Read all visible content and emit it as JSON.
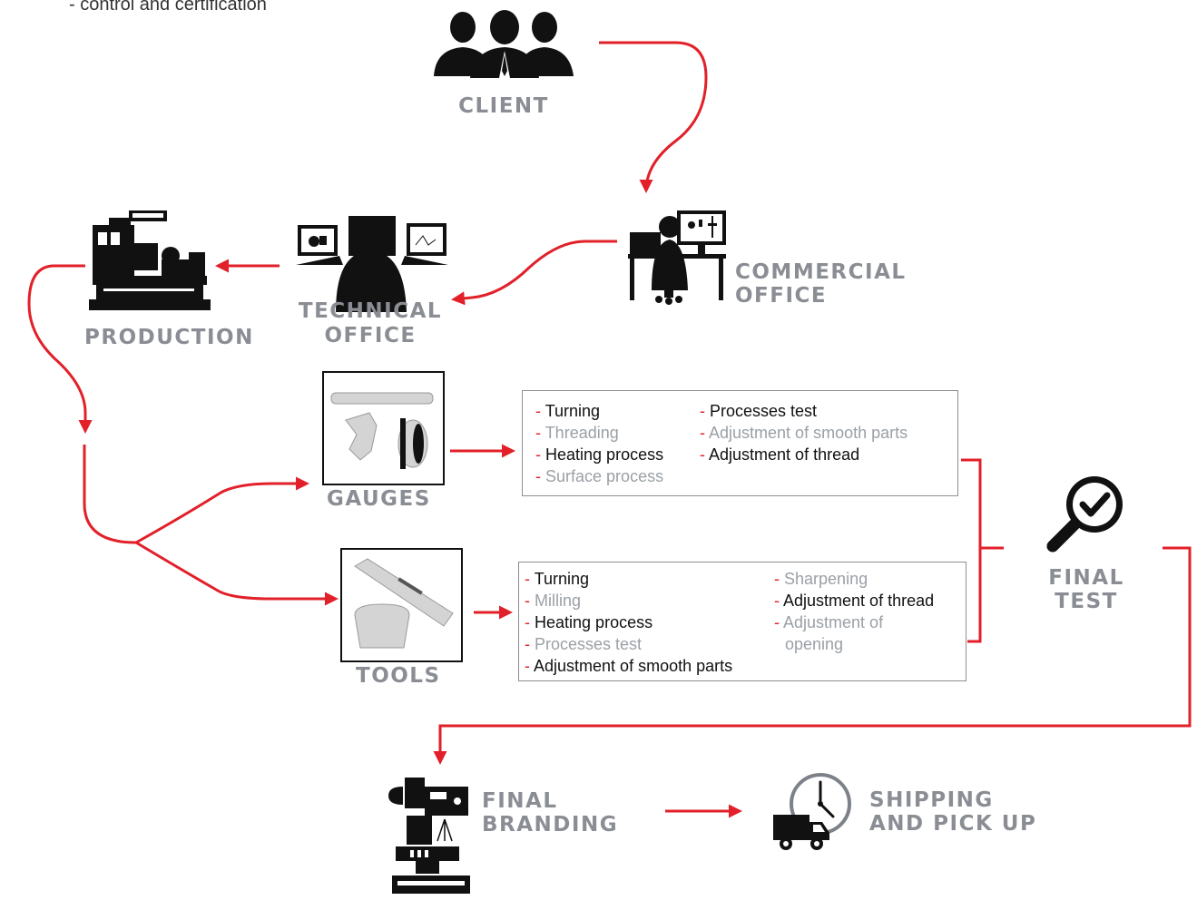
{
  "intro_text": "- control and certification",
  "nodes": {
    "client": "CLIENT",
    "commercial_office": [
      "COMMERCIAL",
      "OFFICE"
    ],
    "technical_office": [
      "TECHNICAL",
      "OFFICE"
    ],
    "production": "PRODUCTION",
    "gauges": "GAUGES",
    "tools": "TOOLS",
    "final_test": [
      "FINAL",
      "TEST"
    ],
    "final_branding": [
      "FINAL",
      "BRANDING"
    ],
    "shipping": [
      "SHIPPING",
      "AND PICK UP"
    ]
  },
  "gauges_steps": {
    "left": [
      {
        "dash": "-",
        "text": "Turning",
        "state": "on"
      },
      {
        "dash": "-",
        "text": "Threading",
        "state": "off"
      },
      {
        "dash": "-",
        "text": "Heating process",
        "state": "on"
      },
      {
        "dash": "-",
        "text": "Surface process",
        "state": "off"
      }
    ],
    "right": [
      {
        "dash": "-",
        "text": "Processes test",
        "state": "on"
      },
      {
        "dash": "-",
        "text": "Adjustment of smooth parts",
        "state": "off"
      },
      {
        "dash": "-",
        "text": "Adjustment of thread",
        "state": "on"
      }
    ]
  },
  "tools_steps": {
    "left": [
      {
        "dash": "-",
        "text": "Turning",
        "state": "on"
      },
      {
        "dash": "-",
        "text": "Milling",
        "state": "off"
      },
      {
        "dash": "-",
        "text": "Heating process",
        "state": "on"
      },
      {
        "dash": "-",
        "text": "Processes test",
        "state": "off"
      },
      {
        "dash": "-",
        "text": "Adjustment of smooth parts",
        "state": "on"
      }
    ],
    "right": [
      {
        "dash": "-",
        "text": "Sharpening",
        "state": "off"
      },
      {
        "dash": "-",
        "text": "Adjustment of thread",
        "state": "on"
      },
      {
        "dash": "-",
        "text": "Adjustment of",
        "state": "off"
      },
      {
        "dash": "",
        "text": "opening",
        "state": "off"
      }
    ]
  },
  "colors": {
    "arrow": "#e2202a",
    "label": "#8a8e94",
    "active_text": "#111111",
    "inactive_text": "#9aa0a6"
  },
  "icons": [
    "people-group-icon",
    "operator-desk-icon",
    "engineer-monitors-icon",
    "lathe-machine-icon",
    "gauge-parts-icon",
    "tool-parts-icon",
    "magnifier-check-icon",
    "marking-machine-icon",
    "clock-icon",
    "delivery-truck-icon"
  ]
}
